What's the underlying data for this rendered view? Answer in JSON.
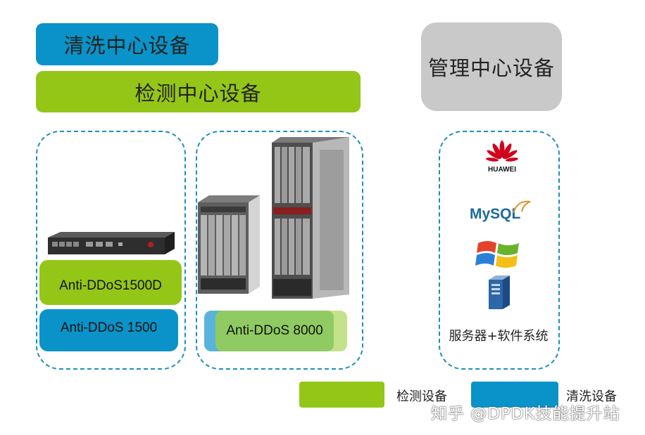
{
  "headers": {
    "cleaning_center": "清洗中心设备",
    "detection_center": "检测中心设备",
    "management_center": "管理中心设备"
  },
  "devices": {
    "anti_ddos_1500d": "Anti-DDoS1500D",
    "anti_ddos_1500": "Anti-DDoS 1500",
    "anti_ddos_8000": "Anti-DDoS 8000"
  },
  "management": {
    "logos": [
      "HUAWEI",
      "MySQL"
    ],
    "caption": "服务器+软件系统"
  },
  "legend": {
    "detection": "检测设备",
    "cleaning": "清洗设备"
  },
  "watermark": "知乎 @DPDK技能提升站",
  "colors": {
    "cleaning_blue": "#0a93c8",
    "detection_green": "#94c617",
    "management_grey": "#c9c9c9",
    "dashed_border": "#1b8fbf"
  }
}
